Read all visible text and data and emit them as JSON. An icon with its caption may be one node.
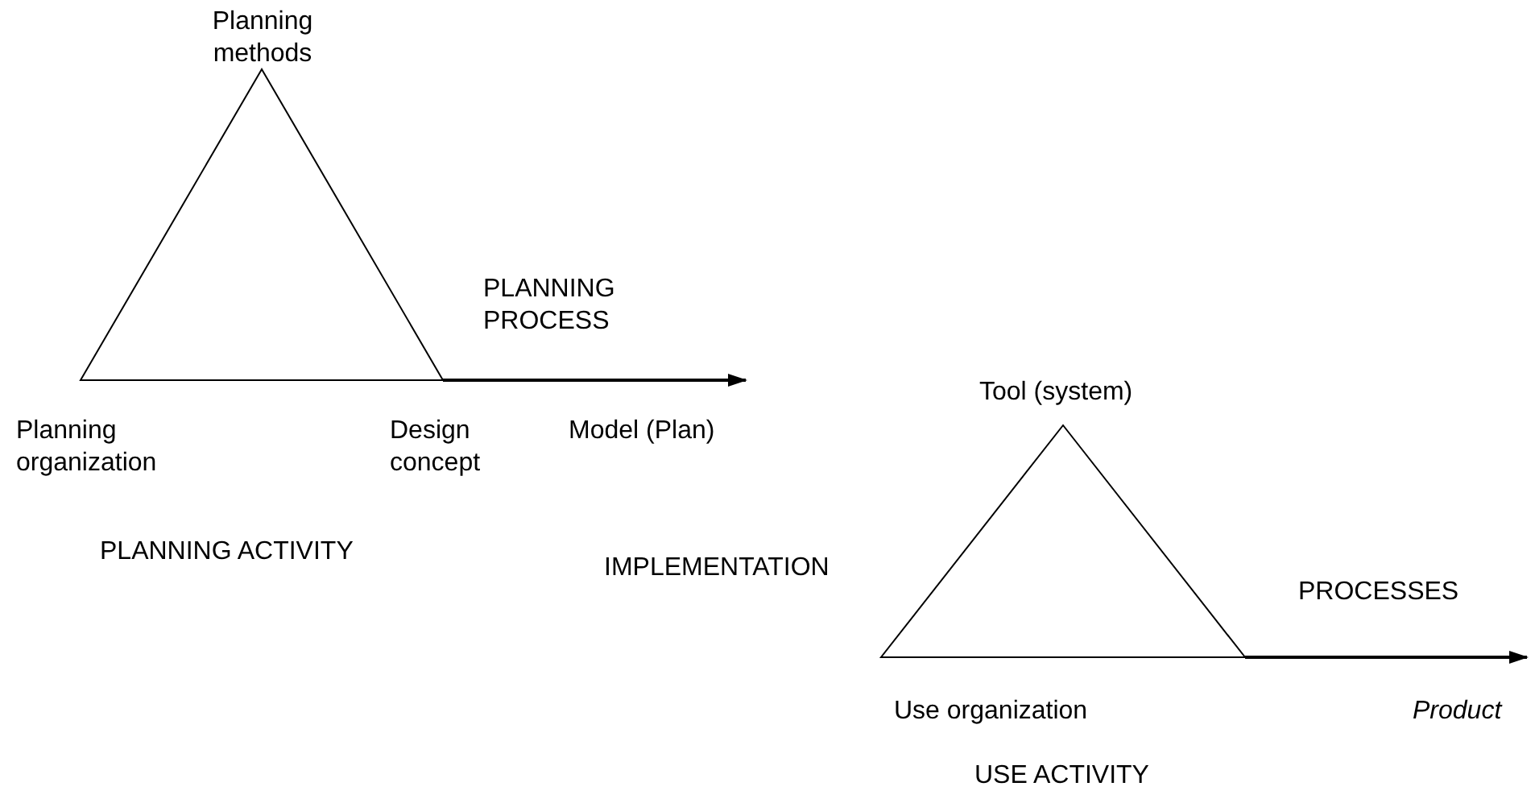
{
  "diagram": {
    "nodes": [
      {
        "text": [],
        "shape": "triangle"
      },
      {
        "text": [],
        "shape": "triangle"
      }
    ],
    "edges": [
      {
        "from": 0,
        "to": null,
        "arrow": "to",
        "label": "PLANNING PROCESS"
      },
      {
        "from": 1,
        "to": null,
        "arrow": "to",
        "label": "PROCESSES"
      }
    ],
    "labels": [
      "Planning methods",
      "Planning organization",
      "Design concept",
      "Model (Plan)",
      "PLANNING ACTIVITY",
      "Tool (system)",
      "IMPLEMENTATION",
      "Use organization",
      "Product",
      "USE ACTIVITY"
    ]
  }
}
